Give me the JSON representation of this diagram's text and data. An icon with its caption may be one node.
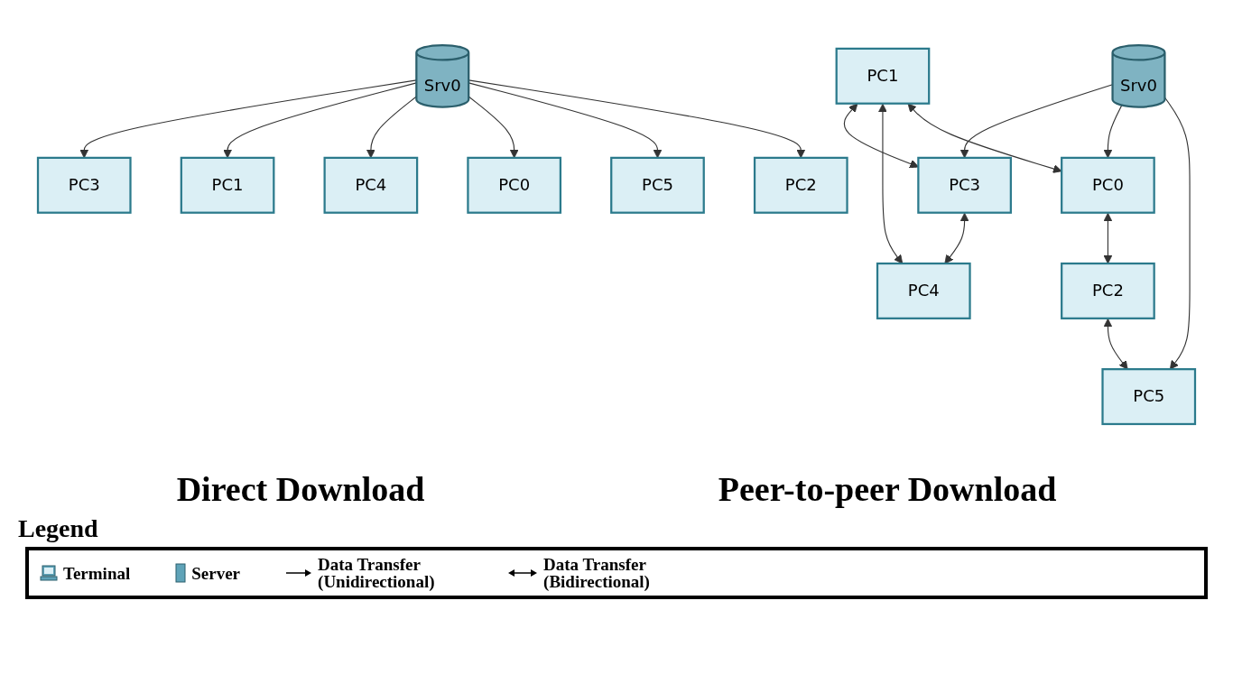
{
  "diagram": {
    "nodes": [
      {
        "text": [
          "PC3"
        ]
      },
      {
        "text": [
          "PC1"
        ]
      },
      {
        "text": [
          "PC4"
        ]
      },
      {
        "text": [
          "Srv0"
        ]
      },
      {
        "text": [
          "PC0"
        ]
      },
      {
        "text": [
          "PC5"
        ]
      },
      {
        "text": [
          "PC2"
        ]
      },
      {
        "text": [
          "PC3"
        ]
      },
      {
        "text": [
          "PC1"
        ]
      },
      {
        "text": [
          "PC4"
        ]
      },
      {
        "text": [
          "Srv0"
        ]
      },
      {
        "text": [
          "PC0"
        ]
      },
      {
        "text": [
          "PC5"
        ]
      },
      {
        "text": [
          "PC2"
        ]
      }
    ],
    "edges": [
      {
        "from": 3,
        "to": 0,
        "arrow": "to"
      },
      {
        "from": 3,
        "to": 1,
        "arrow": "to"
      },
      {
        "from": 3,
        "to": 2,
        "arrow": "to"
      },
      {
        "from": 3,
        "to": 4,
        "arrow": "to"
      },
      {
        "from": 3,
        "to": 5,
        "arrow": "to"
      },
      {
        "from": 3,
        "to": 6,
        "arrow": "to"
      },
      {
        "from": 10,
        "to": 7,
        "arrow": "to"
      },
      {
        "from": 8,
        "to": 7,
        "arrow": "both"
      },
      {
        "from": 7,
        "to": 9,
        "arrow": "both"
      },
      {
        "from": 8,
        "to": 9,
        "arrow": "both"
      },
      {
        "from": 8,
        "to": 11,
        "arrow": "both"
      },
      {
        "from": 10,
        "to": 11,
        "arrow": "to"
      },
      {
        "from": 10,
        "to": 12,
        "arrow": "to"
      },
      {
        "from": 11,
        "to": 13,
        "arrow": "both"
      },
      {
        "from": 13,
        "to": 12,
        "arrow": "both"
      }
    ],
    "labels": [
      "Direct Download",
      "Peer-to-peer Download",
      "Legend"
    ],
    "legend": [
      {
        "text": "Terminal"
      },
      {
        "text": "Server"
      },
      {
        "text": "Data Transfer (Unidirectional)"
      },
      {
        "text": "Data Transfer (Bidirectional)"
      }
    ]
  }
}
